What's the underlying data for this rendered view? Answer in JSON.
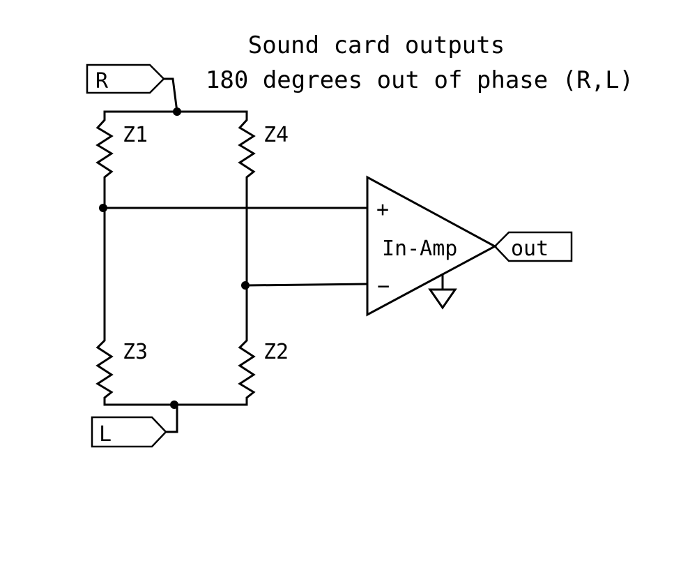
{
  "title": {
    "line1": "Sound card outputs",
    "line2": "180 degrees out of phase (R,L)"
  },
  "ports": {
    "right": "R",
    "left": "L",
    "output": "out"
  },
  "components": {
    "z1": "Z1",
    "z2": "Z2",
    "z3": "Z3",
    "z4": "Z4"
  },
  "amplifier": {
    "label": "In-Amp",
    "plus": "+",
    "minus": "−"
  }
}
